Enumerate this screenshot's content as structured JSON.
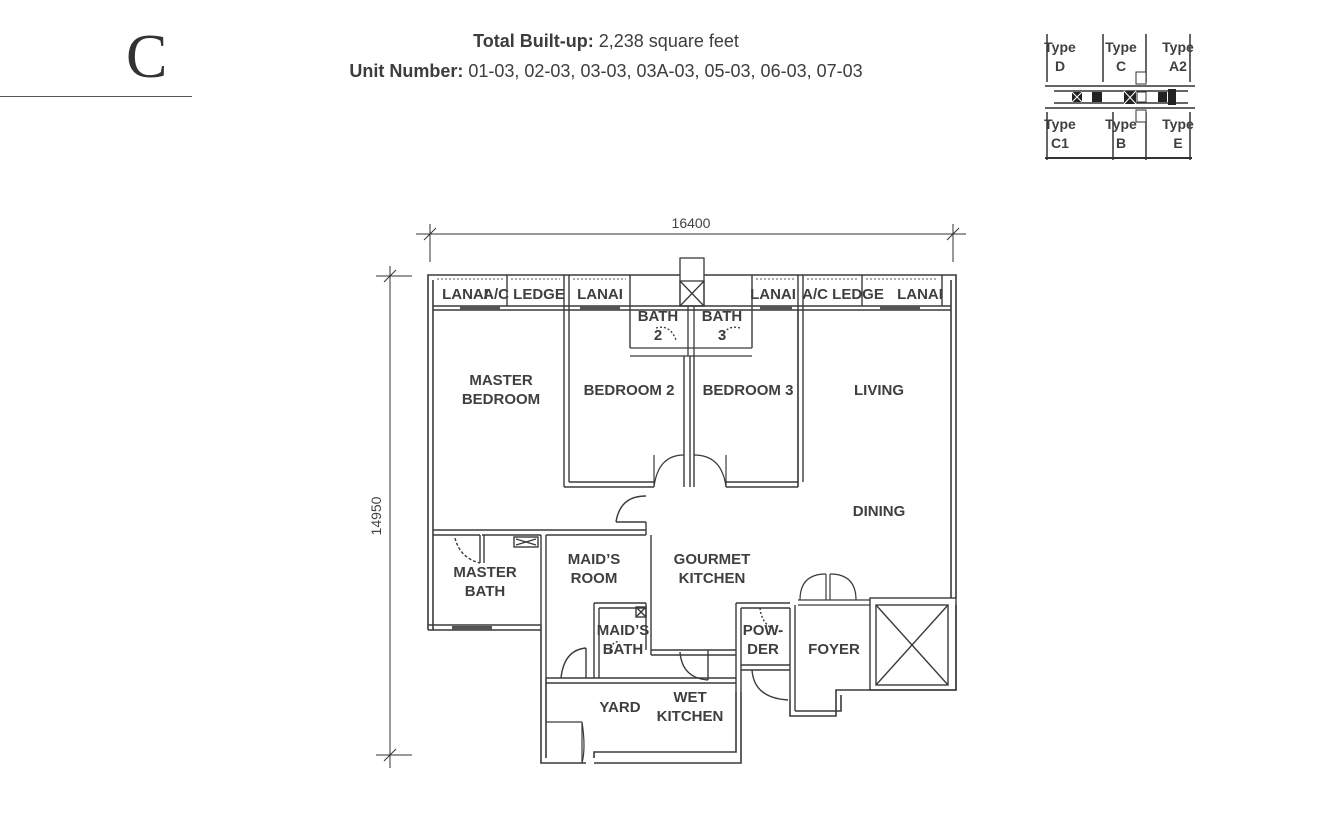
{
  "unit_type": "C",
  "summary": {
    "built_up_label": "Total Built-up:",
    "built_up_value": "2,238 square feet",
    "unit_number_label": "Unit Number:",
    "unit_number_value": "01-03, 02-03, 03-03, 03A-03, 05-03, 06-03, 07-03"
  },
  "key_plan": {
    "types": [
      {
        "line1": "Type",
        "line2": "D"
      },
      {
        "line1": "Type",
        "line2": "C"
      },
      {
        "line1": "Type",
        "line2": "A2"
      },
      {
        "line1": "Type",
        "line2": "C1"
      },
      {
        "line1": "Type",
        "line2": "B"
      },
      {
        "line1": "Type",
        "line2": "E"
      }
    ]
  },
  "dimensions": {
    "width": "16400",
    "depth": "14950"
  },
  "rooms": {
    "lanai_1": "LANAI",
    "ac_ledge_1": "A/C LEDGE",
    "lanai_2": "LANAI",
    "bath_2": [
      "BATH",
      "2"
    ],
    "bath_3": [
      "BATH",
      "3"
    ],
    "lanai_3": "LANAI",
    "ac_ledge_2": "A/C LEDGE",
    "lanai_4": "LANAI",
    "master_bedroom": [
      "MASTER",
      "BEDROOM"
    ],
    "bedroom_2": "BEDROOM 2",
    "bedroom_3": "BEDROOM 3",
    "living": "LIVING",
    "dining": "DINING",
    "master_bath": [
      "MASTER",
      "BATH"
    ],
    "maids_room": [
      "MAID’S",
      "ROOM"
    ],
    "gourmet_kitchen": [
      "GOURMET",
      "KITCHEN"
    ],
    "maids_bath": [
      "MAID’S",
      "BATH"
    ],
    "powder": [
      "POW-",
      "DER"
    ],
    "foyer": "FOYER",
    "yard": "YARD",
    "wet_kitchen": [
      "WET",
      "KITCHEN"
    ]
  }
}
